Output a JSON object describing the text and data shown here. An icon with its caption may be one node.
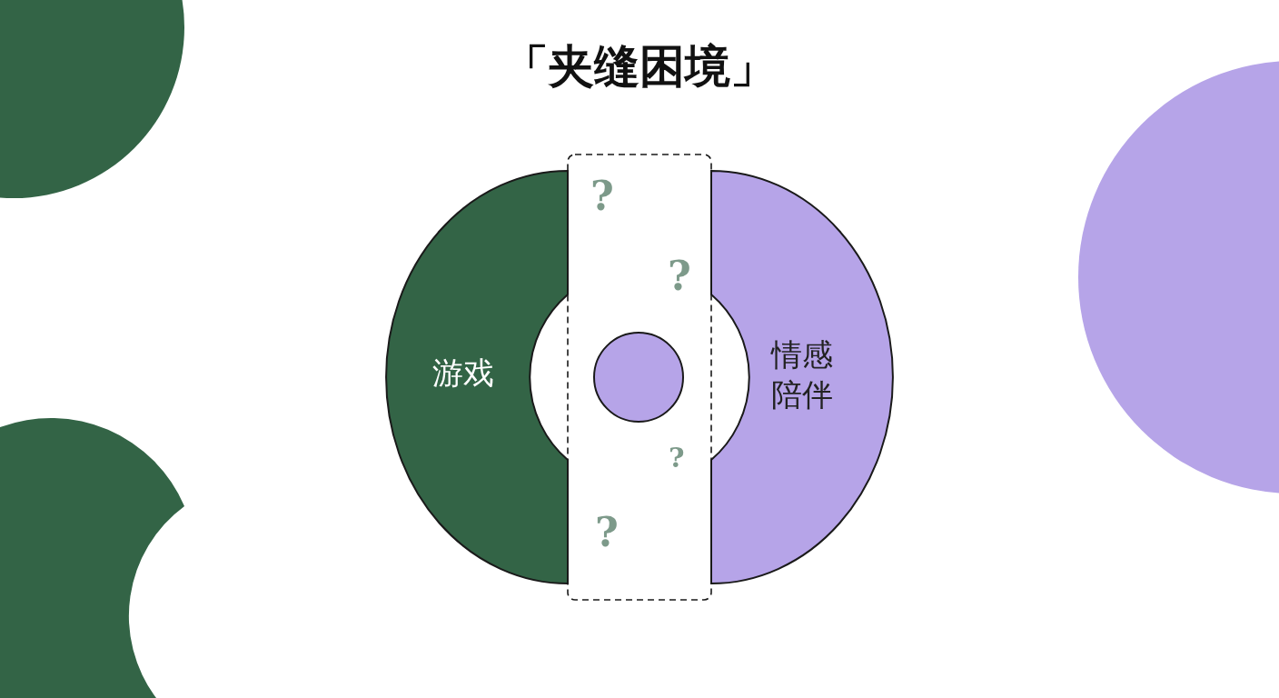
{
  "diagram": {
    "title": "「夹缝困境」",
    "nodes": [
      {
        "text": [
          "游戏"
        ]
      },
      {
        "text": [
          "情感陪伴"
        ]
      },
      {
        "text": [],
        "shape": "box"
      },
      {
        "text": [],
        "shape": "circle",
        "in": 2
      }
    ],
    "labels": [
      "?",
      "?",
      "?",
      "?"
    ]
  }
}
